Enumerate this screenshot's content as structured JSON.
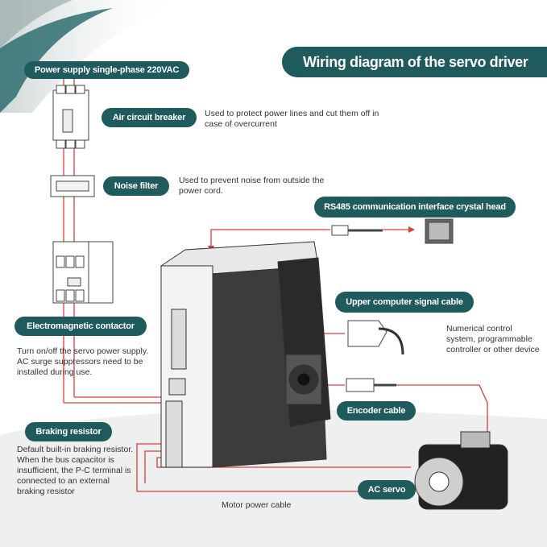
{
  "title": "Wiring diagram of the servo driver",
  "labels": {
    "power_supply": "Power supply single-phase 220VAC",
    "air_breaker": "Air circuit breaker",
    "noise_filter": "Noise filter",
    "rs485": "RS485 communication interface crystal head",
    "upper_signal": "Upper computer signal cable",
    "contactor": "Electromagnetic contactor",
    "encoder": "Encoder cable",
    "braking": "Braking resistor",
    "ac_servo": "AC servo"
  },
  "descriptions": {
    "air_breaker": "Used to protect power lines and cut them off in case of overcurrent",
    "noise_filter": "Used to prevent noise from outside the power cord.",
    "numerical": "Numerical control system, programmable controller or other device",
    "contactor": "Turn on/off the servo power supply. AC surge suppressors need to be installed during use.",
    "braking": "Default built-in braking resistor. When the bus capacitor is insufficient, the P-C terminal is connected to an external braking resistor",
    "motor_cable": "Motor power cable"
  },
  "colors": {
    "accent": "#1f5b5d",
    "wire": "#e03b3b"
  }
}
